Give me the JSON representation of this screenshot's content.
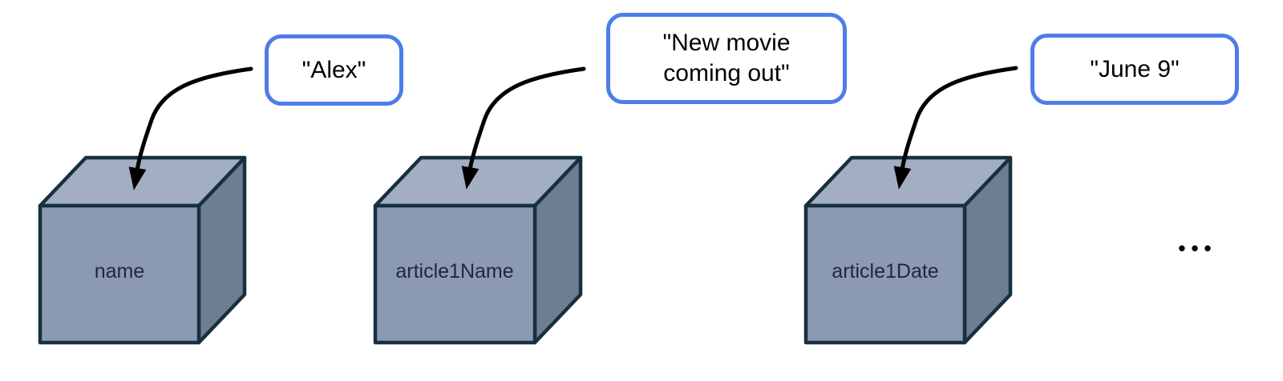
{
  "diagram": {
    "description": "Three variable boxes, each assigned a string value",
    "boxes": [
      {
        "label": "name",
        "value": "\"Alex\""
      },
      {
        "label": "article1Name",
        "value": "\"New movie\ncoming out\""
      },
      {
        "label": "article1Date",
        "value": "\"June 9\""
      }
    ],
    "ellipsis": "•••"
  },
  "colors": {
    "bubble-border": "#4d7de9",
    "cube-top": "#a3aec2",
    "cube-front": "#8c99b2",
    "cube-side": "#6f7d93",
    "cube-stroke": "#17303f",
    "cube-label": "#212936",
    "arrow": "#000000",
    "text": "#000000"
  }
}
